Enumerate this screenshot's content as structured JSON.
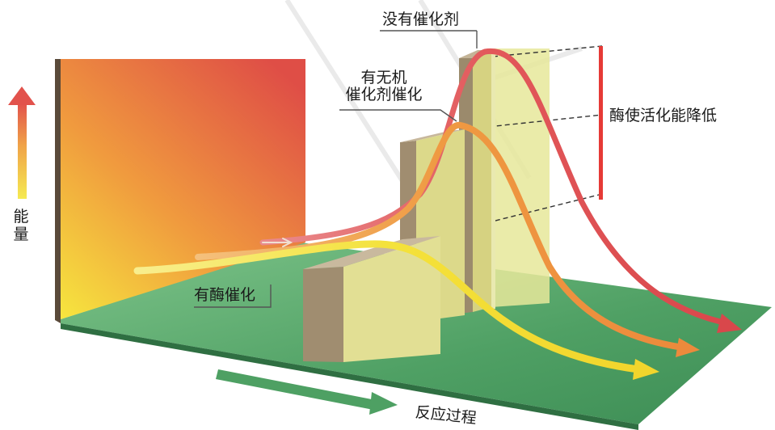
{
  "labels": {
    "no_catalyst": "没有催化剂",
    "inorganic_catalyst_line1": "有无机",
    "inorganic_catalyst_line2": "催化剂催化",
    "enzyme_catalyst": "有酶催化",
    "enzyme_lowers": "酶使活化能降低",
    "energy_axis_char1": "能",
    "energy_axis_char2": "量",
    "reaction_progress": "反应过程"
  },
  "colors": {
    "uncatalyzed_curve": "#e25a57",
    "inorganic_curve": "#ee9540",
    "enzyme_curve": "#f3e23a",
    "floor": "#4ea063",
    "block_face": "#dedb8c",
    "block_side": "#a08d70",
    "block_top": "#c7b79c",
    "wall_top": "#e0523f",
    "wall_bottom": "#f4e23d",
    "reduction_bar": "#e63a36"
  },
  "icons": {
    "energy_axis_arrow": "up-arrow-gradient",
    "reaction_progress_arrow": "right-arrow-green"
  }
}
